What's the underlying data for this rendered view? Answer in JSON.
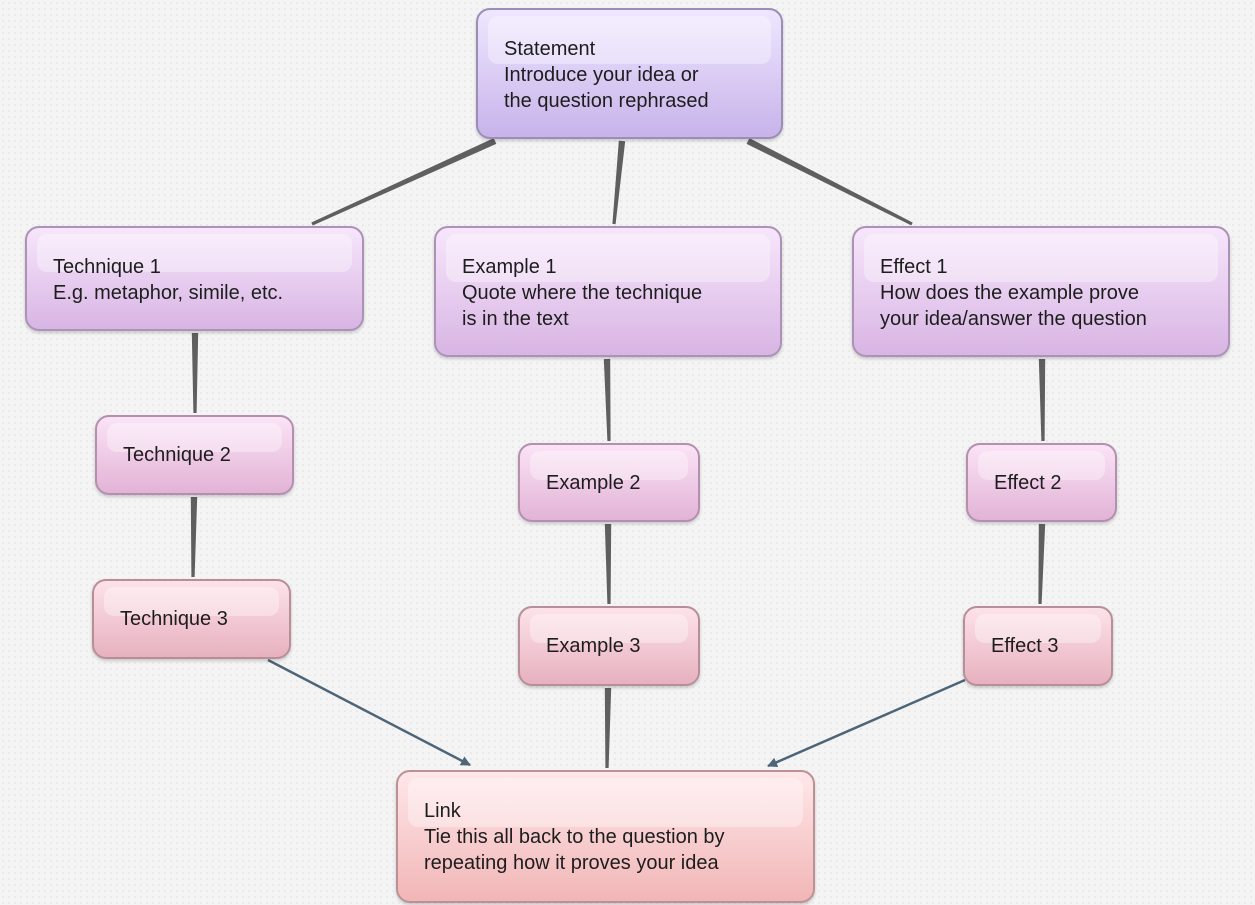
{
  "nodes": {
    "statement": {
      "lines": [
        "Statement",
        "Introduce your idea or",
        "the question rephrased"
      ]
    },
    "technique_1": {
      "lines": [
        "Technique 1",
        "E.g. metaphor, simile, etc."
      ]
    },
    "example_1": {
      "lines": [
        "Example 1",
        "Quote where the technique",
        "is in the text"
      ]
    },
    "effect_1": {
      "lines": [
        "Effect 1",
        "How does the example prove",
        "your idea/answer the question"
      ]
    },
    "technique_2": {
      "lines": [
        "Technique 2"
      ]
    },
    "example_2": {
      "lines": [
        "Example 2"
      ]
    },
    "effect_2": {
      "lines": [
        "Effect 2"
      ]
    },
    "technique_3": {
      "lines": [
        "Technique 3"
      ]
    },
    "example_3": {
      "lines": [
        "Example 3"
      ]
    },
    "effect_3": {
      "lines": [
        "Effect 3"
      ]
    },
    "link": {
      "lines": [
        "Link",
        "Tie this all back to the question by",
        " repeating how it proves your idea"
      ]
    }
  },
  "connections": [
    {
      "from": "statement",
      "to": "technique_1",
      "style": "tapered"
    },
    {
      "from": "statement",
      "to": "example_1",
      "style": "tapered"
    },
    {
      "from": "statement",
      "to": "effect_1",
      "style": "tapered"
    },
    {
      "from": "technique_1",
      "to": "technique_2",
      "style": "tapered"
    },
    {
      "from": "technique_2",
      "to": "technique_3",
      "style": "tapered"
    },
    {
      "from": "example_1",
      "to": "example_2",
      "style": "tapered"
    },
    {
      "from": "example_2",
      "to": "example_3",
      "style": "tapered"
    },
    {
      "from": "example_3",
      "to": "link",
      "style": "tapered"
    },
    {
      "from": "effect_1",
      "to": "effect_2",
      "style": "tapered"
    },
    {
      "from": "effect_2",
      "to": "effect_3",
      "style": "tapered"
    },
    {
      "from": "technique_3",
      "to": "link",
      "style": "arrow"
    },
    {
      "from": "effect_3",
      "to": "link",
      "style": "arrow"
    }
  ],
  "colors": {
    "connector": "#5f5f5f",
    "arrow": "#4e6577"
  }
}
